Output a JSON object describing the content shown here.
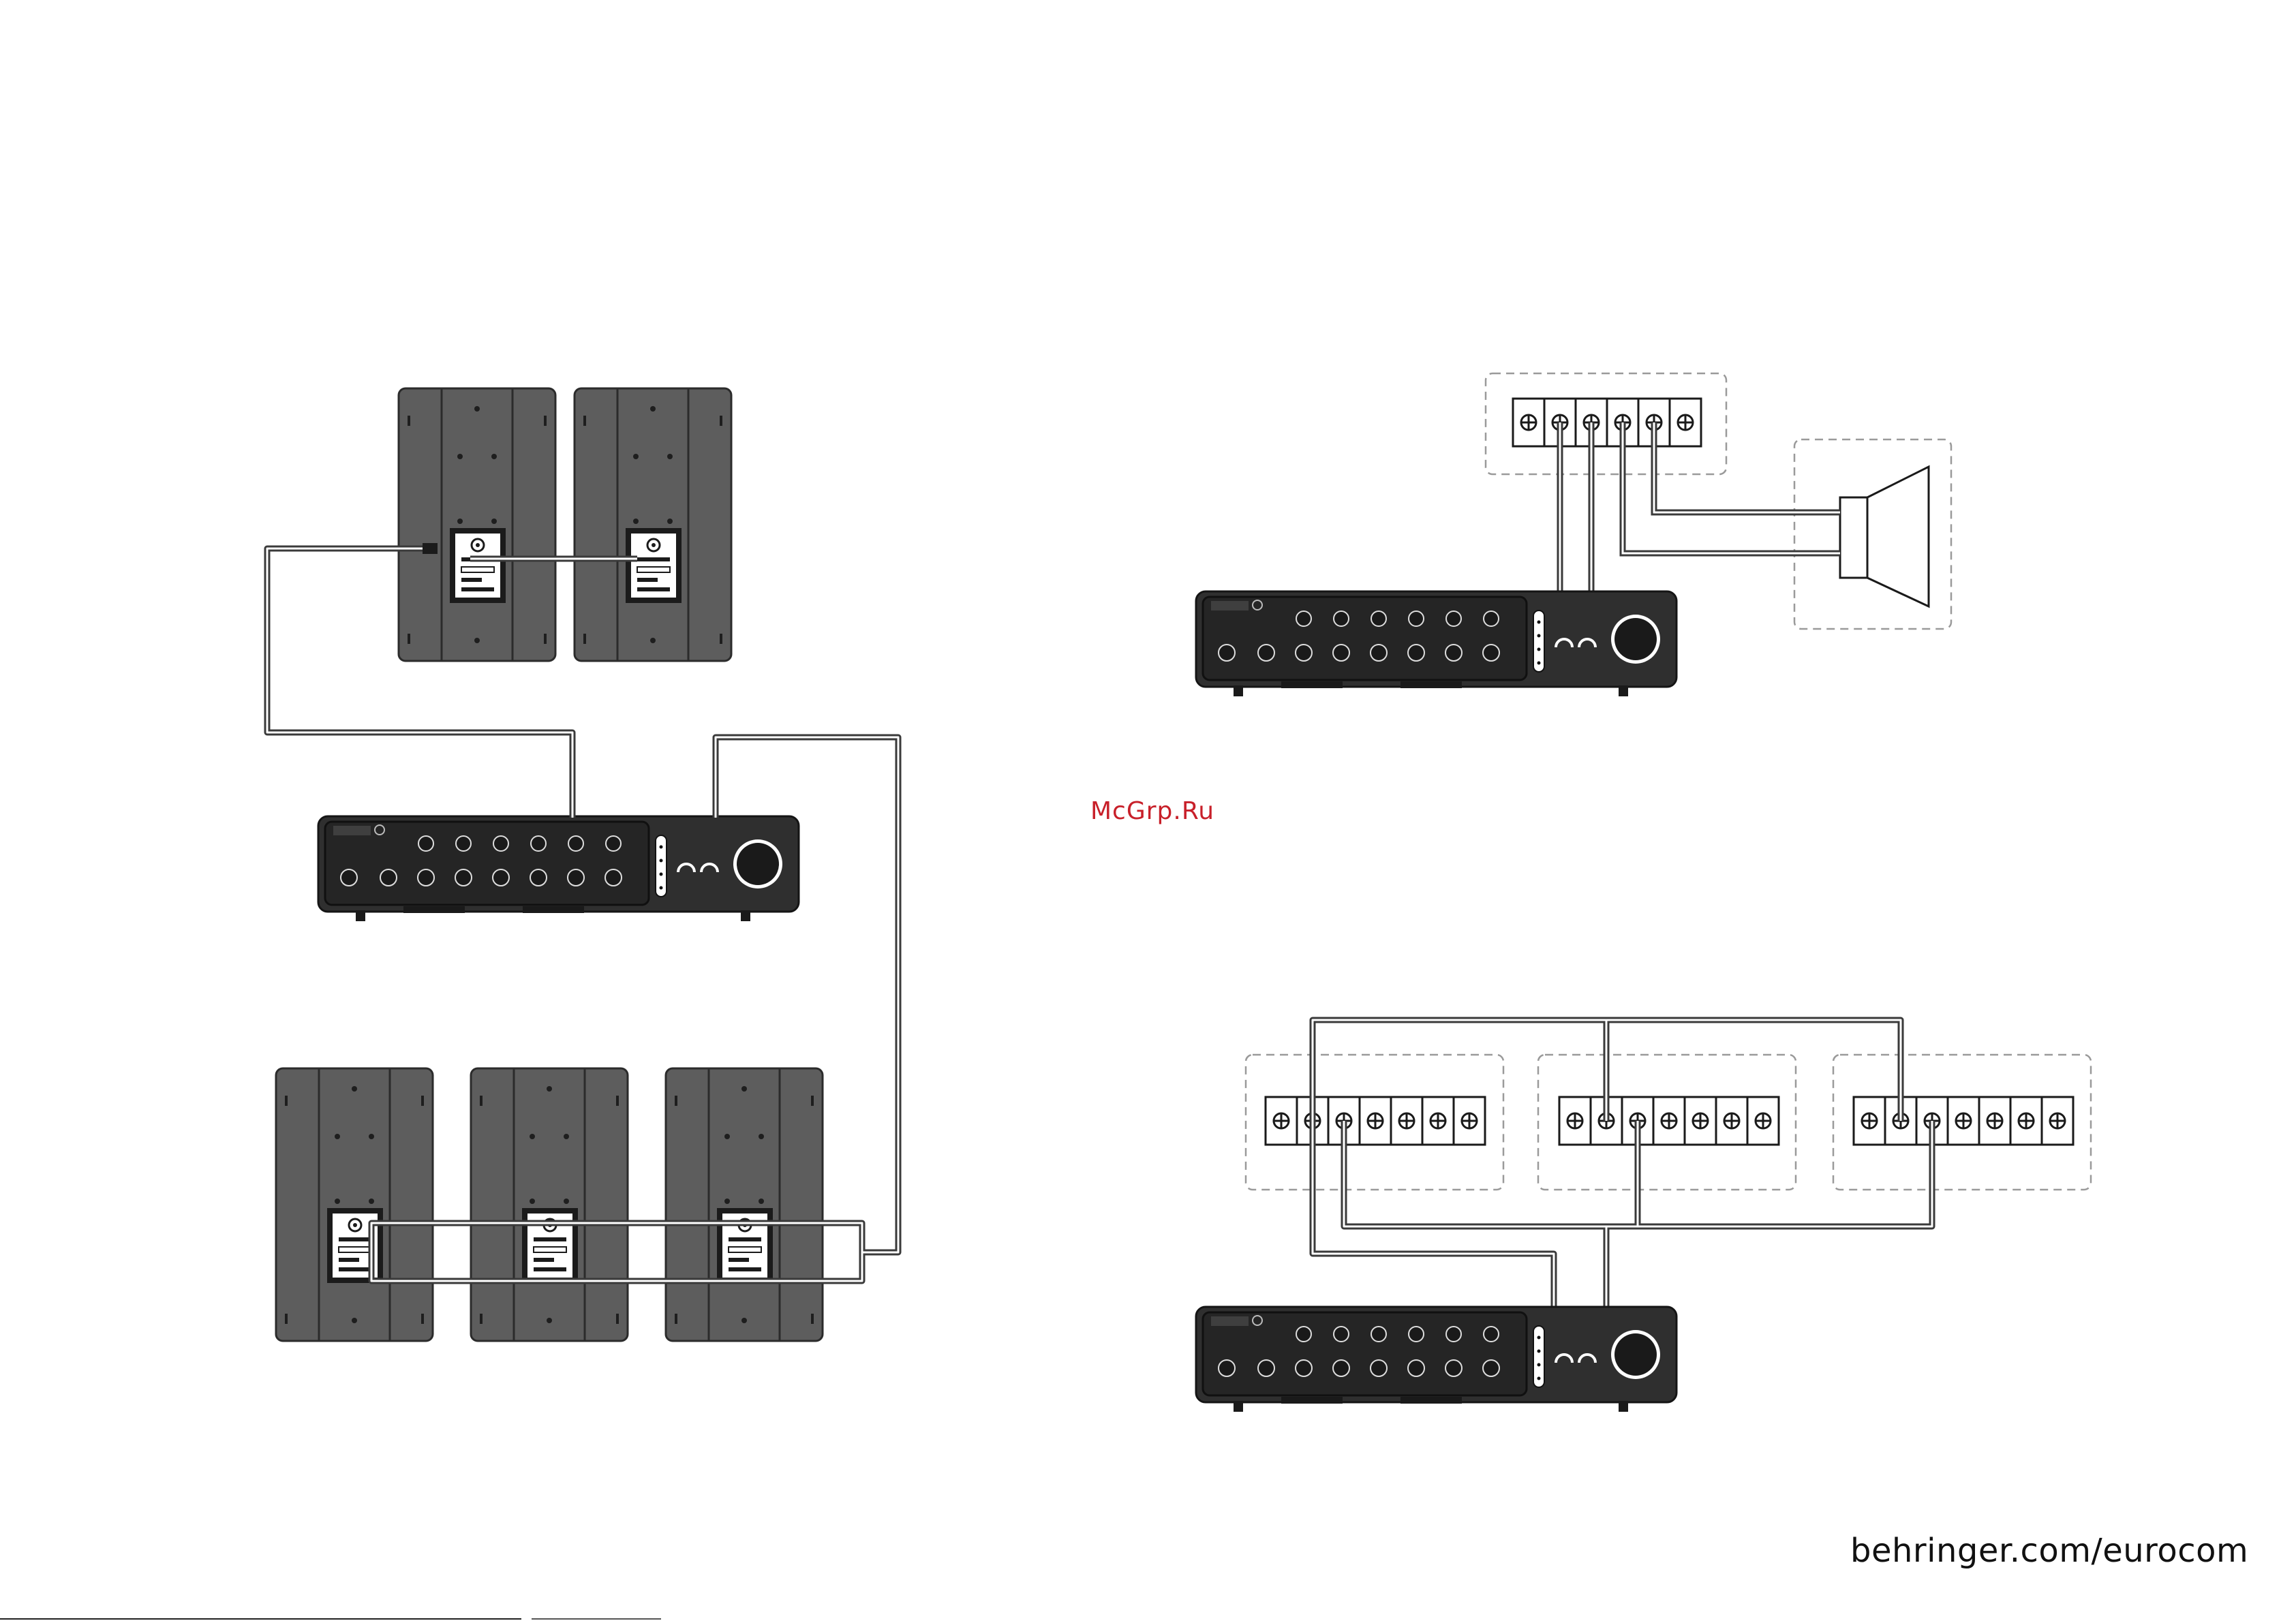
{
  "watermark": "McGrp.Ru",
  "brand_url": "behringer.com/eurocom",
  "amp_brand": "behringer",
  "colors": {
    "speaker_body": "#5d5d5d",
    "speaker_edge": "#2b2b2b",
    "amp_body": "#2f2f2f",
    "cable": "#3a3a3a",
    "watermark": "#c8202a",
    "dashed_box": "#9a9a9a"
  },
  "icons": {
    "terminal_screw": "circle-plus-icon",
    "horn_speaker": "horn-speaker-icon",
    "volume_knob": "volume-knob-icon"
  }
}
